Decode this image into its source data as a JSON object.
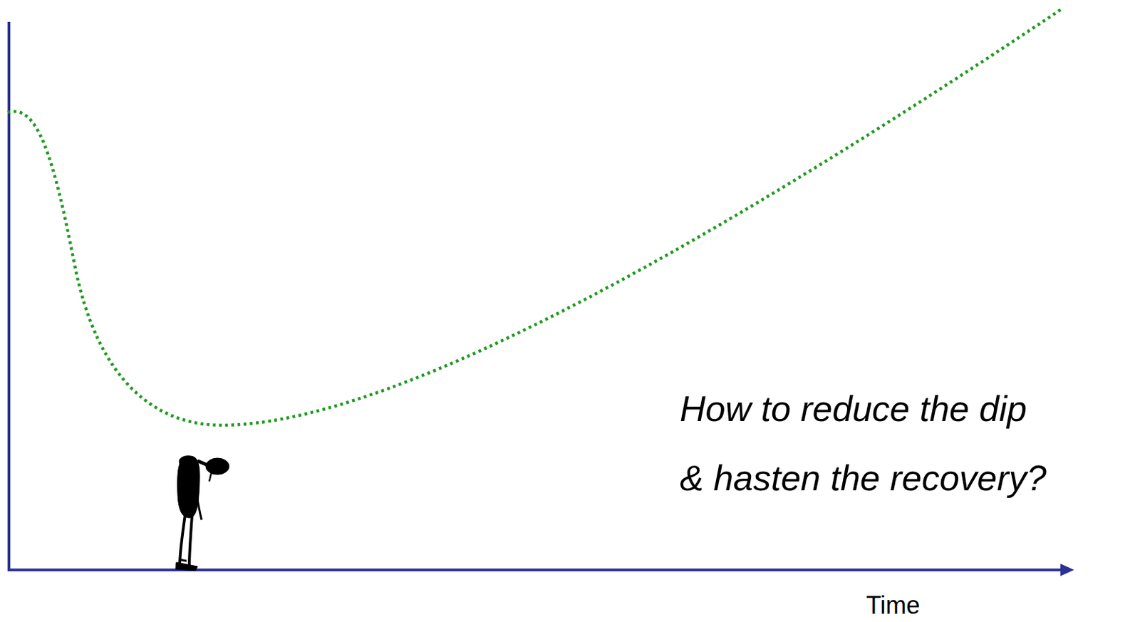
{
  "diagram": {
    "labels": [
      "How to reduce the dip",
      "& hasten the recovery?",
      "Time"
    ]
  }
}
